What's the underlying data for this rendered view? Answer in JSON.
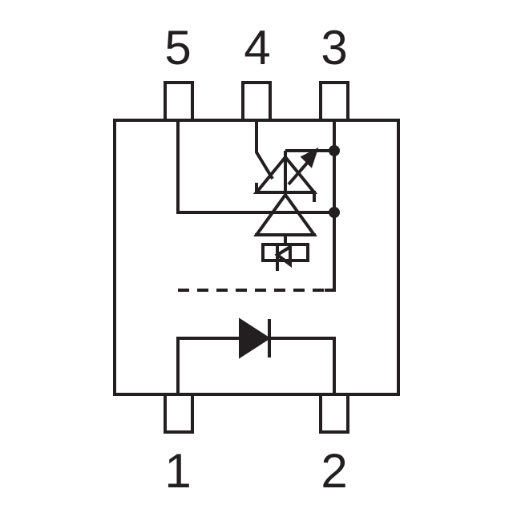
{
  "pins": {
    "p5": "5",
    "p4": "4",
    "p3": "3",
    "p1": "1",
    "p2": "2"
  },
  "colors": {
    "stroke": "#231f20",
    "background": "#ffffff"
  }
}
